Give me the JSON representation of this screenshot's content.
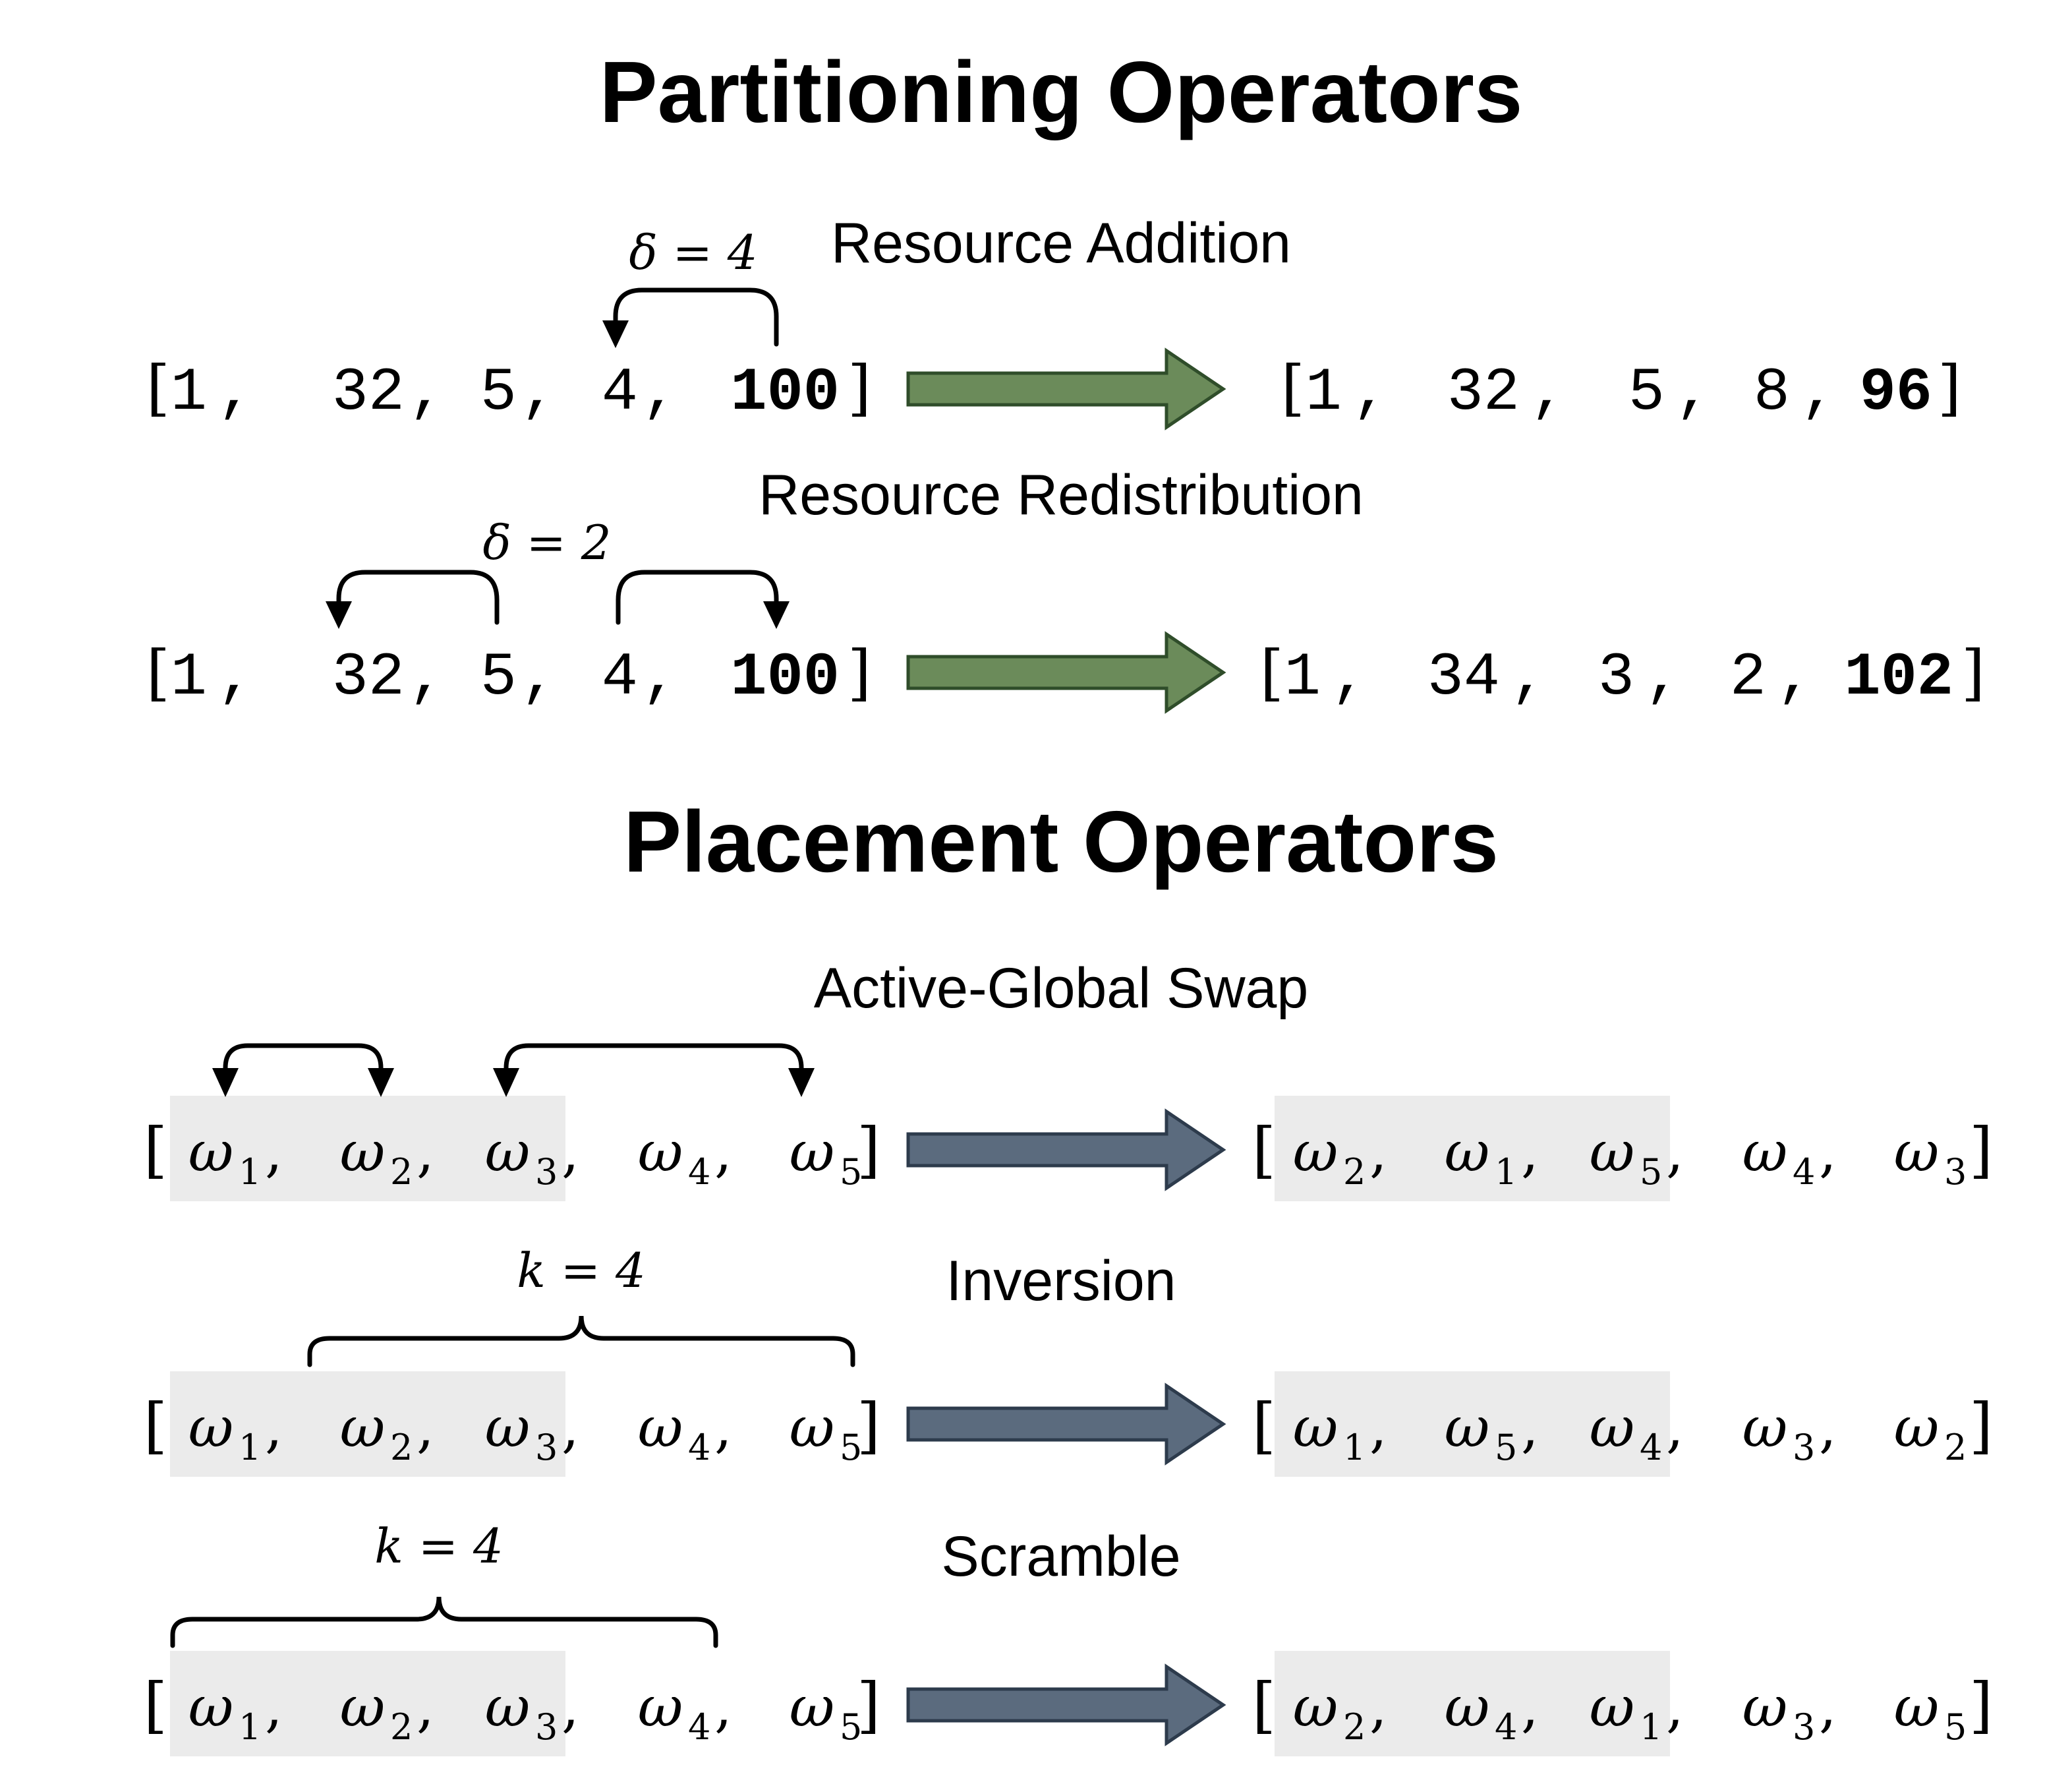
{
  "sections": {
    "partitioning_title": "Partitioning Operators",
    "placement_title": "Placement Operators"
  },
  "colors": {
    "partition_arrow_fill": "#6b8b5a",
    "partition_arrow_stroke": "#2f4d2a",
    "placement_arrow_fill": "#5b6b7e",
    "placement_arrow_stroke": "#2d3b4c",
    "highlight_fill": "#ebebeb"
  },
  "operators": {
    "resource_addition": {
      "title": "Resource Addition",
      "delta_label": "δ = 4",
      "input": [
        "1",
        "32",
        "5",
        "4",
        "100"
      ],
      "output": [
        "1",
        "32",
        "5",
        "8",
        "96"
      ],
      "bold_index": 4
    },
    "resource_redistribution": {
      "title": "Resource Redistribution",
      "delta_label": "δ = 2",
      "input": [
        "1",
        "32",
        "5",
        "4",
        "100"
      ],
      "output": [
        "1",
        "34",
        "3",
        "2",
        "102"
      ],
      "bold_index": 4
    },
    "active_global_swap": {
      "title": "Active-Global Swap",
      "symbol": "ω",
      "input": [
        "1",
        "2",
        "3",
        "4",
        "5"
      ],
      "output": [
        "2",
        "1",
        "5",
        "4",
        "3"
      ]
    },
    "inversion": {
      "title": "Inversion",
      "k_label": "k = 4",
      "symbol": "ω",
      "input": [
        "1",
        "2",
        "3",
        "4",
        "5"
      ],
      "output": [
        "1",
        "5",
        "4",
        "3",
        "2"
      ]
    },
    "scramble": {
      "title": "Scramble",
      "k_label": "k = 4",
      "symbol": "ω",
      "input": [
        "1",
        "2",
        "3",
        "4",
        "5"
      ],
      "output": [
        "2",
        "4",
        "1",
        "3",
        "5"
      ]
    }
  }
}
